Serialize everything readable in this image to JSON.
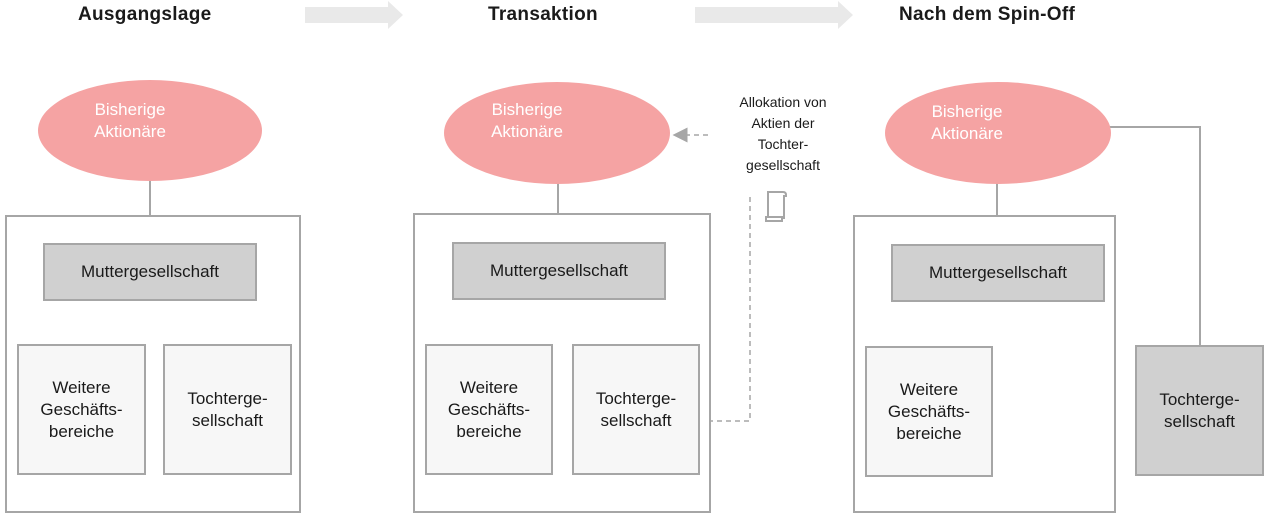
{
  "steps": [
    {
      "heading": "Ausgangslage",
      "shareholders": "Bisherige\nAktionäre",
      "parent": "Muttergesellschaft",
      "child_other": "Weitere\nGeschäfts-\nbereiche",
      "child_sub": "Tochterge-\nsellschaft"
    },
    {
      "heading": "Transaktion",
      "shareholders": "Bisherige\nAktionäre",
      "parent": "Muttergesellschaft",
      "child_other": "Weitere\nGeschäfts-\nbereiche",
      "child_sub": "Tochterge-\nsellschaft"
    },
    {
      "heading": "Nach dem Spin-Off",
      "shareholders": "Bisherige\nAktionäre",
      "parent": "Muttergesellschaft",
      "child_other": "Weitere\nGeschäfts-\nbereiche",
      "child_sub": "Tochterge-\nsellschaft"
    }
  ],
  "allocation_note": "Allokation von\nAktien der\nTochter-\ngesellschaft",
  "colors": {
    "shareholder_fill": "#f5a3a3",
    "box_border": "#a6a6a6",
    "parent_fill": "#d0d0d0",
    "child_fill": "#f7f7f7",
    "arrow_fill": "#e9e9e9"
  },
  "icons": [
    "share-certificate-icon",
    "step-arrow-icon"
  ]
}
